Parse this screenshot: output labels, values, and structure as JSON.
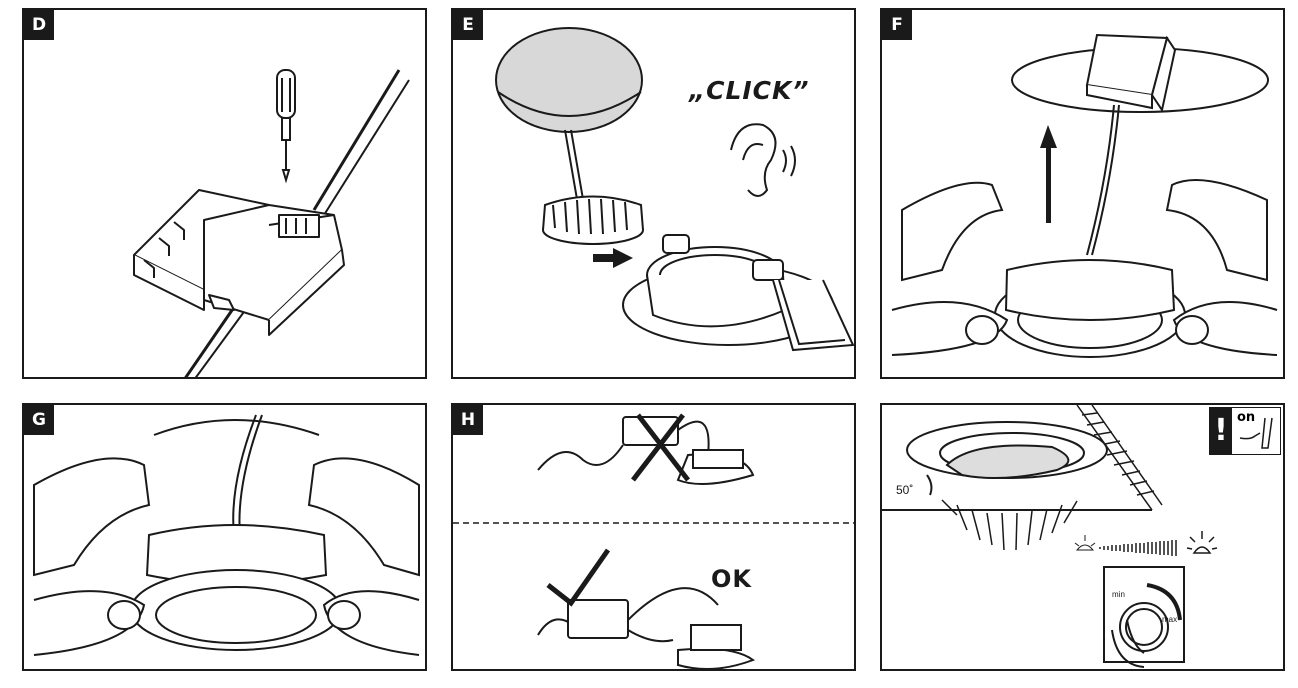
{
  "panels": {
    "d": {
      "label": "D"
    },
    "e": {
      "label": "E",
      "sound_text": "„CLICK”"
    },
    "f": {
      "label": "F"
    },
    "g": {
      "label": "G"
    },
    "h": {
      "label": "H",
      "ok_text": "OK"
    },
    "i": {
      "warning_mark": "!",
      "on_text": "on",
      "angle_text": "50˚",
      "min_text": "min",
      "max_text": "max"
    }
  },
  "icons": [
    "screwdriver-icon",
    "junction-box-icon",
    "ear-icon",
    "arrow-right-icon",
    "arrow-up-icon",
    "cross-mark-icon",
    "check-mark-icon",
    "sun-dim-icon",
    "sun-bright-icon",
    "dimmer-knob-icon",
    "switch-icon"
  ]
}
